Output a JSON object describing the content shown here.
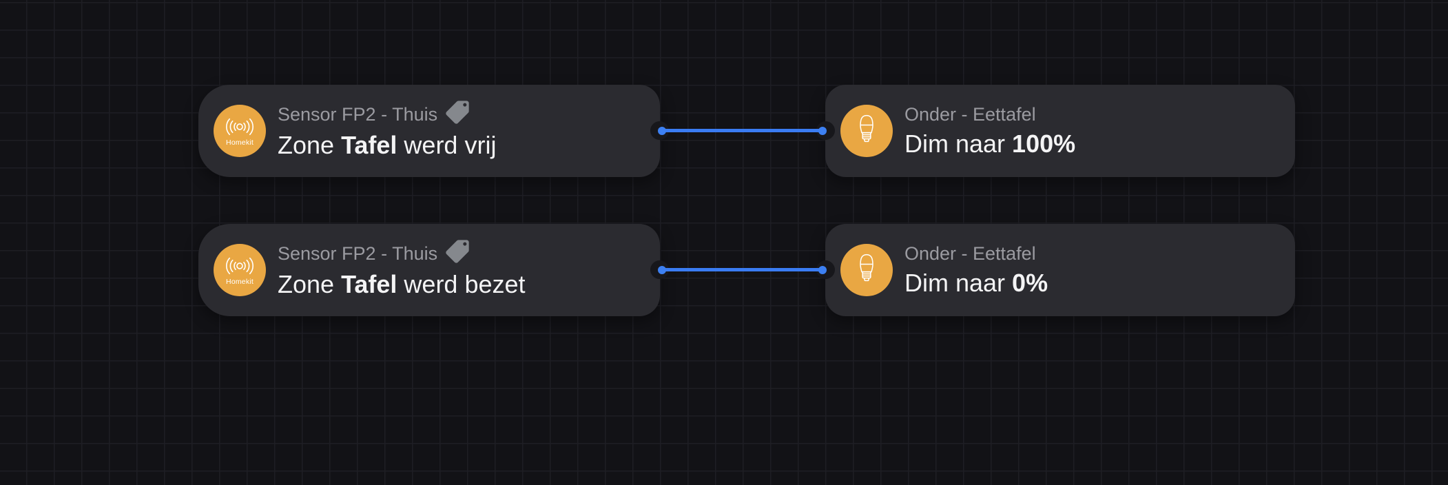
{
  "app": {
    "view": "flow-automation-editor"
  },
  "colors": {
    "canvas_bg": "#121216",
    "grid_line": "#1e1e24",
    "card_bg": "#2b2b30",
    "icon_orange": "#e9a743",
    "connection_blue": "#3a7cf3",
    "subtitle_gray": "#9b9ba1",
    "title_white": "#f4f4f5",
    "tag_gray": "#85888d"
  },
  "nodes": [
    {
      "id": "trigger-zone-vrij",
      "kind": "trigger",
      "device": "Sensor FP2 - Thuis",
      "icon": "presence-sensor-icon",
      "icon_badge": "Homekit",
      "title_pre": "Zone ",
      "title_bold": "Tafel",
      "title_post": " werd vrij"
    },
    {
      "id": "action-dim-100",
      "kind": "action",
      "device": "Onder - Eettafel",
      "icon": "light-bulb-icon",
      "title_pre": "Dim naar ",
      "title_bold": "100%",
      "title_post": ""
    },
    {
      "id": "trigger-zone-bezet",
      "kind": "trigger",
      "device": "Sensor FP2 - Thuis",
      "icon": "presence-sensor-icon",
      "icon_badge": "Homekit",
      "title_pre": "Zone ",
      "title_bold": "Tafel",
      "title_post": " werd bezet"
    },
    {
      "id": "action-dim-0",
      "kind": "action",
      "device": "Onder - Eettafel",
      "icon": "light-bulb-icon",
      "title_pre": "Dim naar ",
      "title_bold": "0%",
      "title_post": ""
    }
  ],
  "connections": [
    {
      "from": "trigger-zone-vrij",
      "to": "action-dim-100"
    },
    {
      "from": "trigger-zone-bezet",
      "to": "action-dim-0"
    }
  ]
}
